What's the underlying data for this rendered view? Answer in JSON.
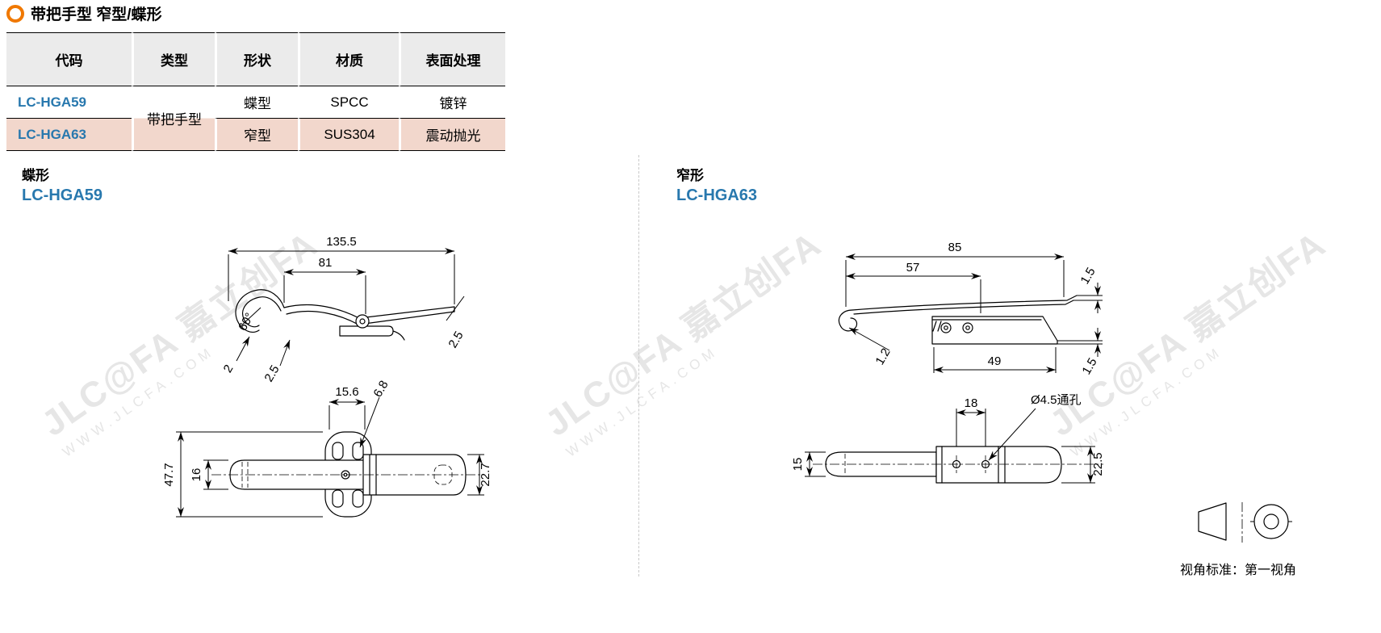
{
  "header": {
    "title": "带把手型 窄型/蝶形"
  },
  "table": {
    "headers": [
      "代码",
      "类型",
      "形状",
      "材质",
      "表面处理"
    ],
    "type_merged": "带把手型",
    "rows": [
      {
        "code": "LC-HGA59",
        "shape": "蝶型",
        "material": "SPCC",
        "finish": "镀锌"
      },
      {
        "code": "LC-HGA63",
        "shape": "窄型",
        "material": "SUS304",
        "finish": "震动抛光"
      }
    ]
  },
  "sections": {
    "left": {
      "shape_label": "蝶形",
      "code": "LC-HGA59",
      "side_dims": {
        "total_len": "135.5",
        "inner_len": "81",
        "angle": "60°",
        "hook_thk": "2",
        "arm_thk": "2.5",
        "tip_thk": "2.5"
      },
      "top_dims": {
        "slot_w": "15.6",
        "hole_w": "6.8",
        "total_h": "47.7",
        "bar_h": "16",
        "catch_h": "22.7"
      }
    },
    "right": {
      "shape_label": "窄形",
      "code": "LC-HGA63",
      "side_dims": {
        "total_len": "85",
        "inner_len": "57",
        "tip_thk": "1.5",
        "hook_thk": "1.2",
        "base_len": "49",
        "base_thk": "1.5"
      },
      "top_dims": {
        "hole_pitch": "18",
        "hole_note": "Ø4.5通孔",
        "bar_h": "15",
        "catch_h": "22.5"
      }
    }
  },
  "footer": {
    "view_standard": "视角标准：第一视角"
  },
  "watermark": {
    "brand": "JLC@FA 嘉立创FA",
    "url": "WWW.JLCFA.COM"
  },
  "colors": {
    "accent_orange": "#f07800",
    "code_blue": "#2878ae",
    "row_pink": "#f2d7cc",
    "header_gray": "#ebebeb",
    "watermark_gray": "#e6e6e6"
  }
}
